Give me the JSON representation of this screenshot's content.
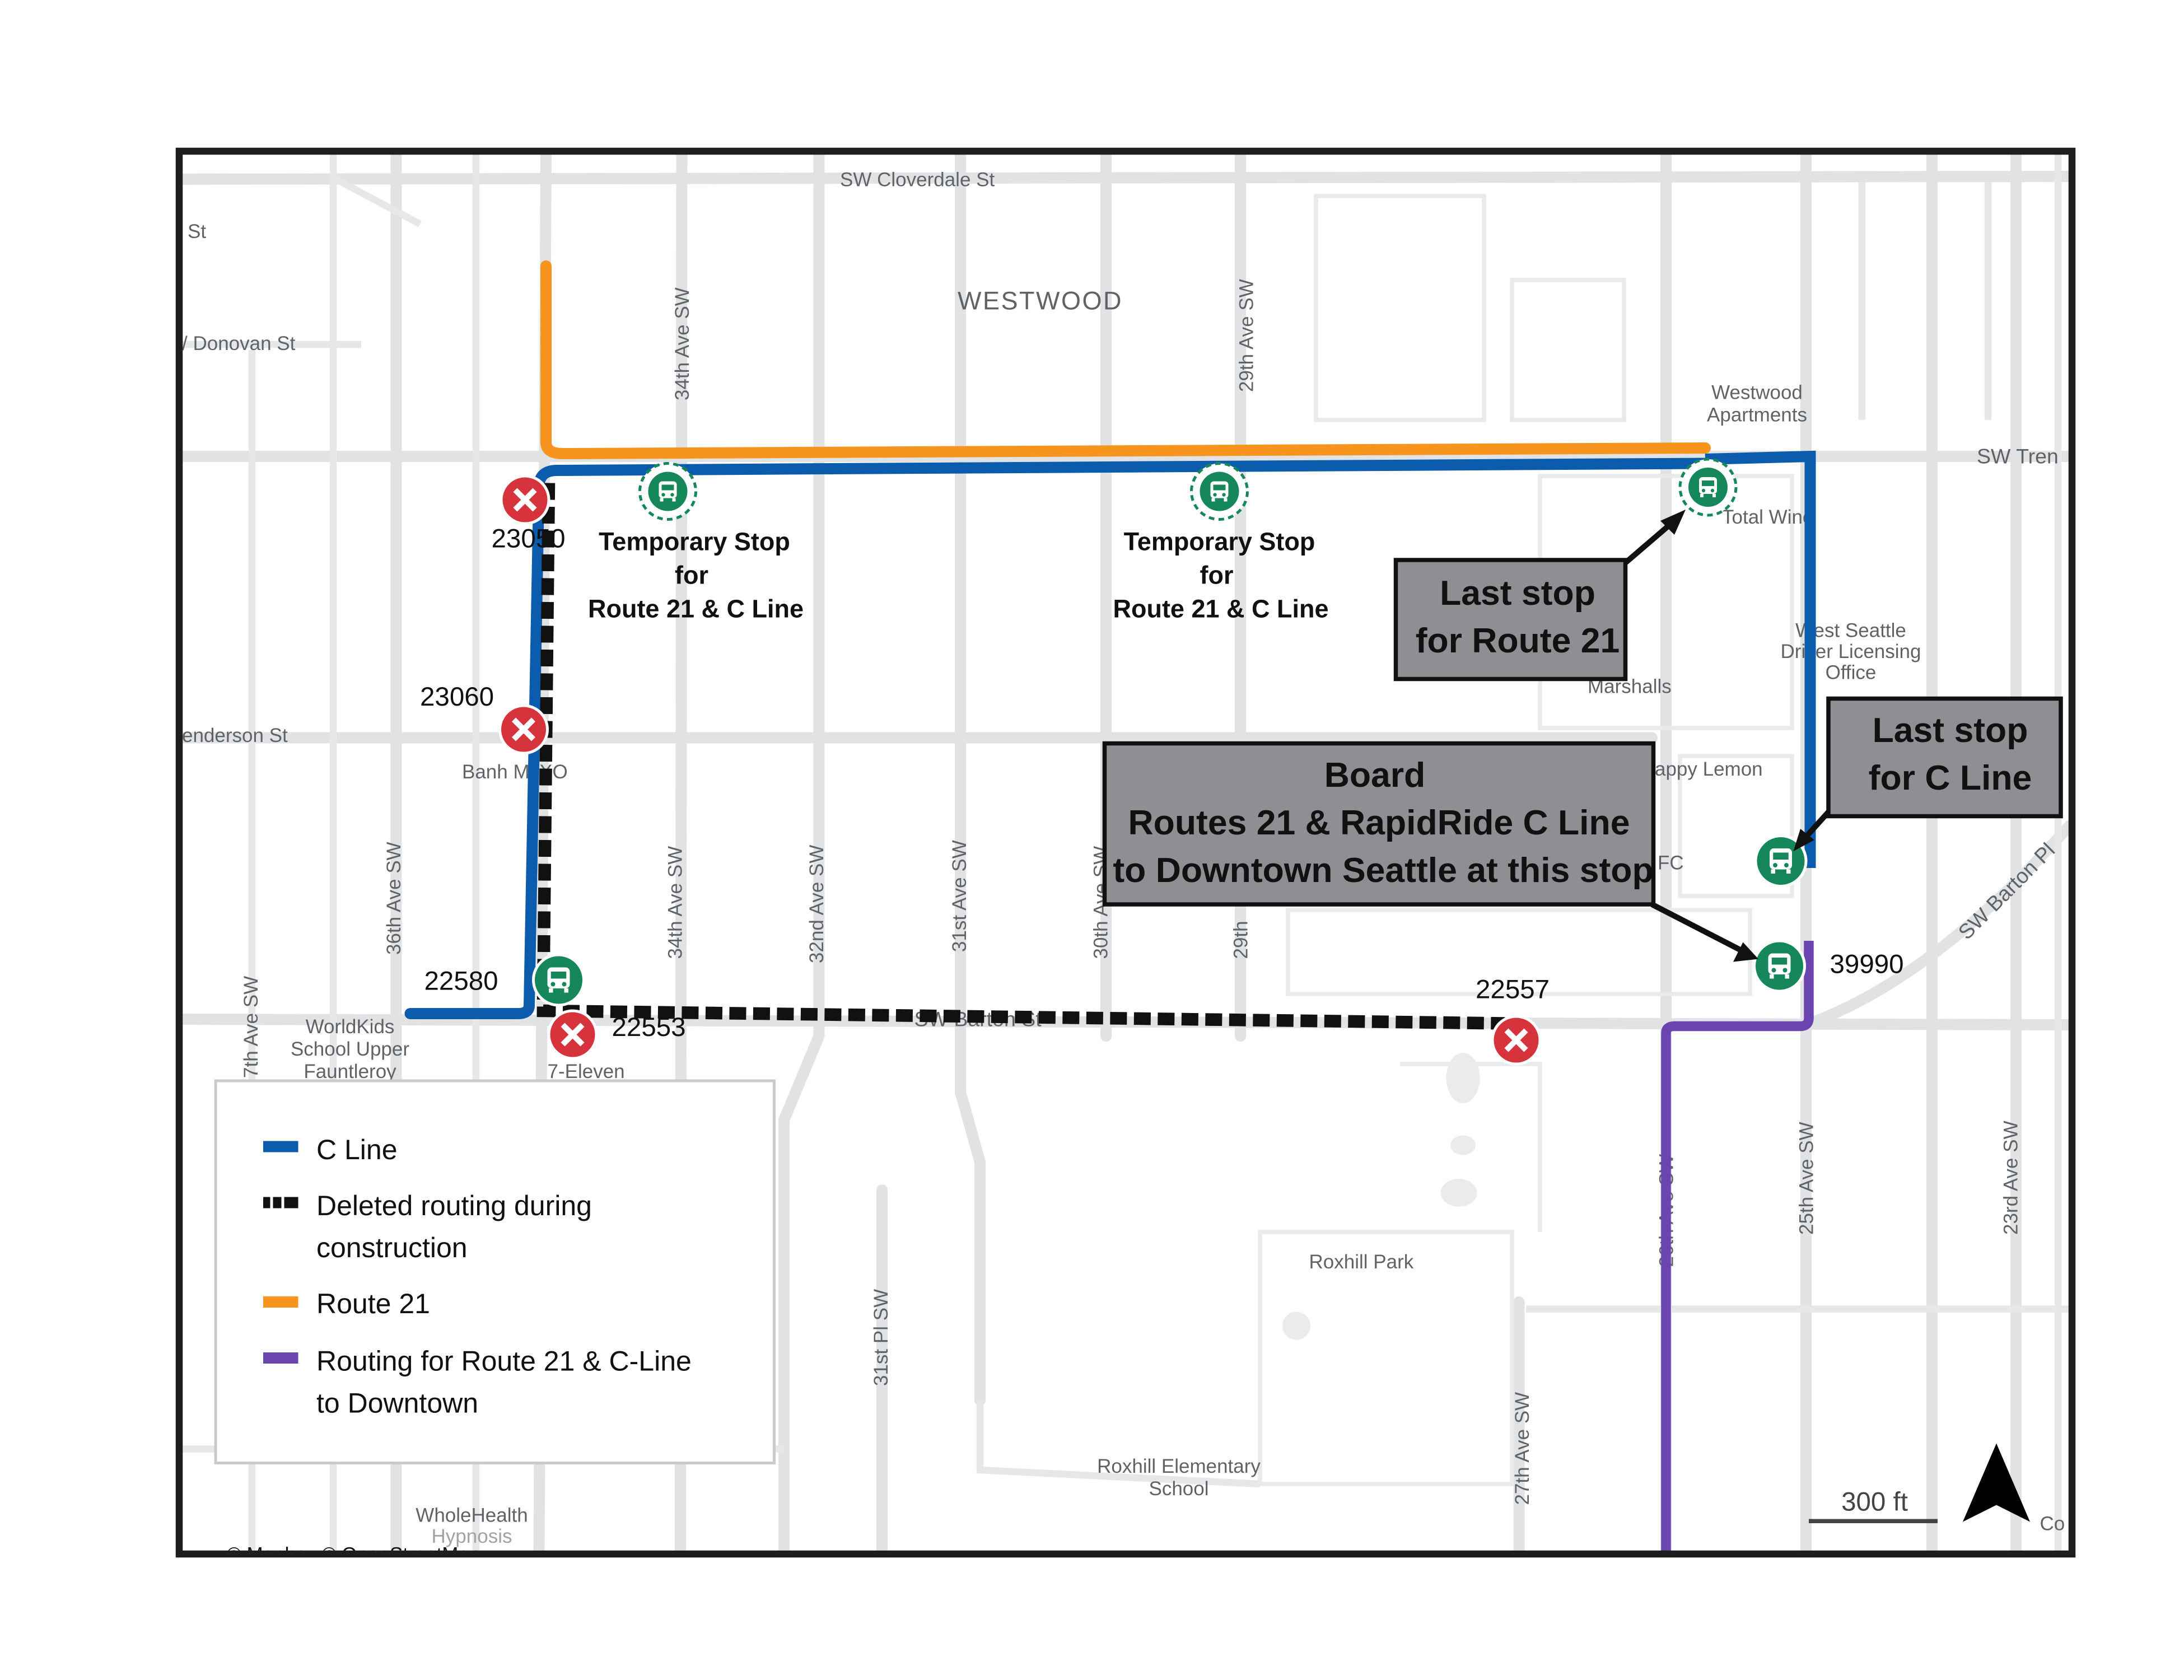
{
  "colors": {
    "c_line": "#0b5cad",
    "route_21": "#f7941d",
    "routing_downtown": "#6a45b0",
    "deleted_routing": "#111111",
    "closed_stop": "#d7333d",
    "bus_stop": "#15875a",
    "callout_bg": "#8e8f93"
  },
  "streets": {
    "cloverdale": "SW Cloverdale St",
    "st_partial": "St",
    "donovan": "/ Donovan St",
    "henderson": "enderson St",
    "trenton": "SW Tren",
    "barton": "SW Barton St",
    "barton_pl": "SW Barton Pl",
    "ave34_n": "34th Ave SW",
    "ave29_n": "29th Ave SW",
    "ave36": "36th Ave SW",
    "ave37": "7th Ave SW",
    "ave34_s": "34th Ave SW",
    "ave32": "32nd Ave SW",
    "ave31": "31st Ave SW",
    "ave30": "30th Ave SW",
    "ave29_s": "29th",
    "pl31": "31st Pl SW",
    "ave27": "27th Ave SW",
    "ave26": "26th Ave SW",
    "ave25": "25th Ave SW",
    "ave23": "23rd Ave SW"
  },
  "places": {
    "westwood": "WESTWOOD",
    "westwood_apts_1": "Westwood",
    "westwood_apts_2": "Apartments",
    "total_wine": "Total Wine",
    "wsdl_1": "West Seattle",
    "wsdl_2": "Driver Licensing",
    "wsdl_3": "Office",
    "marshalls": "Marshalls",
    "happy_lemon": "appy Lemon",
    "kfc": "FC",
    "banh_mi": "Banh Mi XO",
    "worldkids_1": "WorldKids",
    "worldkids_2": "School Upper",
    "worldkids_3": "Fauntleroy",
    "seven_eleven": "7-Eleven",
    "roxhill_park": "Roxhill Park",
    "roxhill_elem_1": "Roxhill Elementary",
    "roxhill_elem_2": "School",
    "wholehealth_1": "WholeHealth",
    "wholehealth_2": "Hypnosis",
    "co": "Co"
  },
  "stops": {
    "s23050": "23050",
    "s23060": "23060",
    "s22580": "22580",
    "s22553": "22553",
    "s22557": "22557",
    "s39990": "39990"
  },
  "temporary_stop": {
    "line1": "Temporary Stop",
    "line2": "for",
    "line3": "Route 21 & C Line"
  },
  "callouts": {
    "route21_1": "Last stop",
    "route21_2": "for Route 21",
    "cline_1": "Last stop",
    "cline_2": "for C Line",
    "board_1": "Board",
    "board_2": "Routes 21 & RapidRide C Line",
    "board_3": "to Downtown Seattle at this stop"
  },
  "legend": {
    "c_line": "C Line",
    "deleted_1": "Deleted routing during",
    "deleted_2": "construction",
    "route_21": "Route 21",
    "downtown_1": "Routing for Route 21 & C-Line",
    "downtown_2": "to Downtown"
  },
  "scale_bar": "300 ft",
  "attribution": "© Mapbox © OpenStreetMap"
}
